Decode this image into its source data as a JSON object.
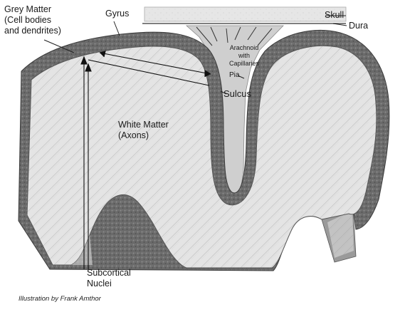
{
  "labels": {
    "grey_matter": "Grey Matter\n(Cell bodies\nand dendrites)",
    "gyrus": "Gyrus",
    "skull": "Skull",
    "dura": "Dura",
    "arachnoid": "Arachnoid\nwith\nCapillaries",
    "pia": "Pia",
    "sulcus": "Sulcus",
    "white_matter": "White Matter\n(Axons)",
    "subcortical": "Subcortical\nNuclei"
  },
  "credit": "Illustration by Frank Amthor",
  "colors": {
    "grey_matter": "#6e6e6e",
    "white_matter": "#e3e3e3",
    "arachnoid_space": "#cfcfcf",
    "skull": "#e8e8e8"
  }
}
